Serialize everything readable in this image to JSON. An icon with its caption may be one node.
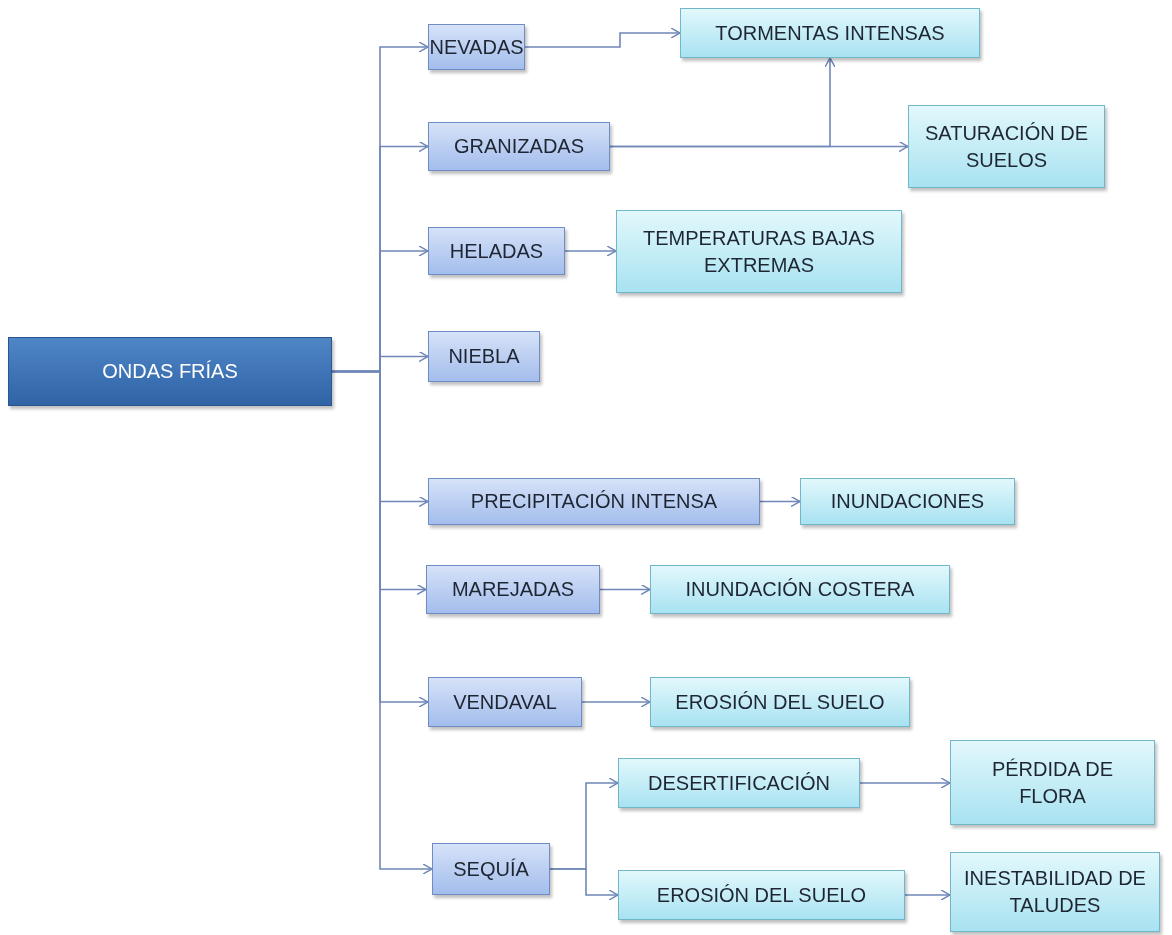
{
  "diagram": {
    "nodes": [
      {
        "text": [
          "ONDAS FRÍAS"
        ]
      },
      {
        "text": [
          "NEVADAS"
        ]
      },
      {
        "text": [
          "GRANIZADAS"
        ]
      },
      {
        "text": [
          "HELADAS"
        ]
      },
      {
        "text": [
          "NIEBLA"
        ]
      },
      {
        "text": [
          "PRECIPITACIÓN INTENSA"
        ]
      },
      {
        "text": [
          "MAREJADAS"
        ]
      },
      {
        "text": [
          "VENDAVAL"
        ]
      },
      {
        "text": [
          "SEQUÍA"
        ]
      },
      {
        "text": [
          "TORMENTAS INTENSAS"
        ]
      },
      {
        "text": [
          "SATURACIÓN DE SUELOS"
        ]
      },
      {
        "text": [
          "TEMPERATURAS BAJAS EXTREMAS"
        ]
      },
      {
        "text": [
          "INUNDACIONES"
        ]
      },
      {
        "text": [
          "INUNDACIÓN COSTERA"
        ]
      },
      {
        "text": [
          "EROSIÓN DEL SUELO"
        ]
      },
      {
        "text": [
          "DESERTIFICACIÓN"
        ]
      },
      {
        "text": [
          "EROSIÓN DEL SUELO"
        ]
      },
      {
        "text": [
          "PÉRDIDA DE FLORA"
        ]
      },
      {
        "text": [
          "INESTABILIDAD DE TALUDES"
        ]
      }
    ],
    "edges": [
      {
        "from": 0,
        "to": 1,
        "arrow": "to"
      },
      {
        "from": 0,
        "to": 2,
        "arrow": "to"
      },
      {
        "from": 0,
        "to": 3,
        "arrow": "to"
      },
      {
        "from": 0,
        "to": 4,
        "arrow": "to"
      },
      {
        "from": 0,
        "to": 5,
        "arrow": "to"
      },
      {
        "from": 0,
        "to": 6,
        "arrow": "to"
      },
      {
        "from": 0,
        "to": 7,
        "arrow": "to"
      },
      {
        "from": 0,
        "to": 8,
        "arrow": "to"
      },
      {
        "from": 1,
        "to": 9,
        "arrow": "to"
      },
      {
        "from": 2,
        "to": 10,
        "arrow": "to"
      },
      {
        "from": 2,
        "to": 9,
        "arrow": "to"
      },
      {
        "from": 3,
        "to": 11,
        "arrow": "to"
      },
      {
        "from": 5,
        "to": 12,
        "arrow": "to"
      },
      {
        "from": 6,
        "to": 13,
        "arrow": "to"
      },
      {
        "from": 7,
        "to": 14,
        "arrow": "to"
      },
      {
        "from": 8,
        "to": 15,
        "arrow": "to"
      },
      {
        "from": 8,
        "to": 16,
        "arrow": "to"
      },
      {
        "from": 15,
        "to": 17,
        "arrow": "to"
      },
      {
        "from": 16,
        "to": 18,
        "arrow": "to"
      }
    ]
  }
}
